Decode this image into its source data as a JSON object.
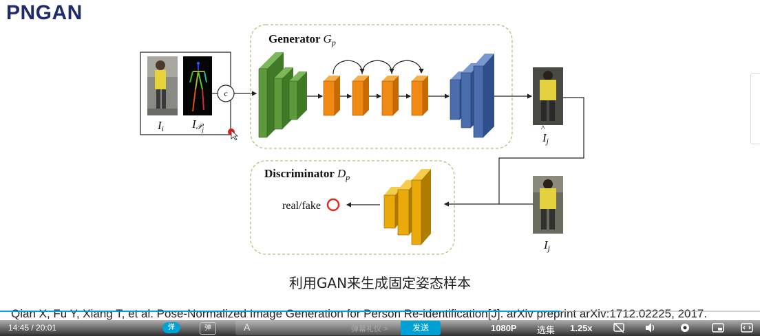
{
  "slide": {
    "title": "PNGAN",
    "caption": "利用GAN来生成固定姿态样本",
    "citation": "Qian X, Fu Y, Xiang T, et al. Pose-Normalized Image Generation for Person Re-identification[J]. arXiv preprint arXiv:1712.02225, 2017."
  },
  "diagram": {
    "generator_label": "Generator",
    "generator_symbol": "G",
    "generator_sub": "p",
    "discriminator_label": "Discriminator",
    "discriminator_symbol": "D",
    "discriminator_sub": "p",
    "concat_symbol": "c",
    "input_image_label": "I",
    "input_image_sub": "i",
    "pose_label": "I",
    "pose_sub": "𝒫",
    "pose_subsub": "j",
    "generated_label": "I",
    "generated_sub": "j",
    "real_label": "I",
    "real_sub": "j",
    "output_label": "real/fake",
    "colors": {
      "encoder_green": "#5e9a3c",
      "res_orange": "#f08a12",
      "decoder_blue": "#4a6db0",
      "disc_yellow": "#eaaa0a",
      "output_ring": "#e02a18",
      "dashed_box": "#a6c77a"
    }
  },
  "player": {
    "time": "14:45 / 20:01",
    "progress_fraction": 0.737,
    "danmu_toggle": "弹",
    "danmu_settings": "弹",
    "danmu_a": "A",
    "danmu_placeholder": "弹幕礼仪 >",
    "send": "发送",
    "quality": "1080P",
    "episodes": "选集",
    "speed": "1.25x",
    "icons": [
      "danmu-off-icon",
      "volume-icon",
      "settings-icon",
      "picture-in-picture-icon",
      "widescreen-icon"
    ]
  }
}
